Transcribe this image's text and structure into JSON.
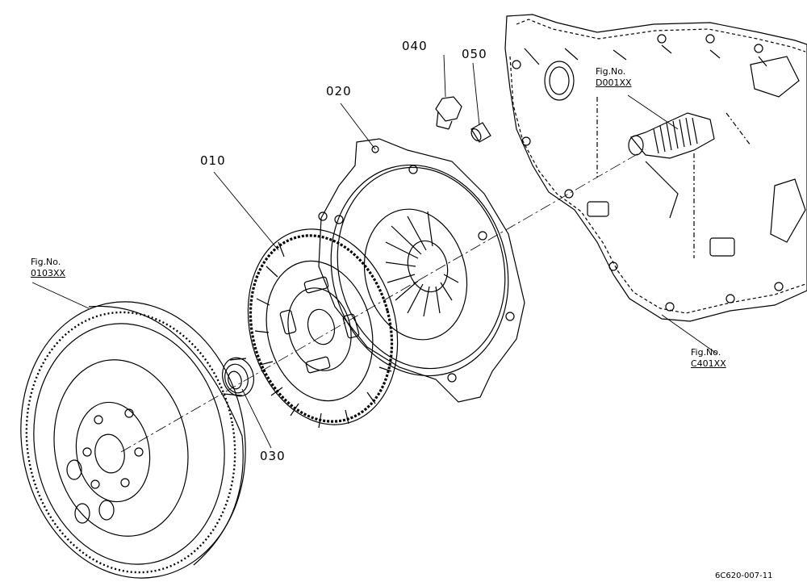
{
  "parts": [
    {
      "number": "010"
    },
    {
      "number": "020"
    },
    {
      "number": "030"
    },
    {
      "number": "040"
    },
    {
      "number": "050"
    }
  ],
  "references": [
    {
      "prefix": "Fig.No.",
      "code": "0103XX"
    },
    {
      "prefix": "Fig.No.",
      "code": "D001XX"
    },
    {
      "prefix": "Fig.No.",
      "code": "C401XX"
    }
  ],
  "drawing_code": "6C620-007-11",
  "colors": {
    "line": "#000000",
    "background": "#ffffff"
  }
}
